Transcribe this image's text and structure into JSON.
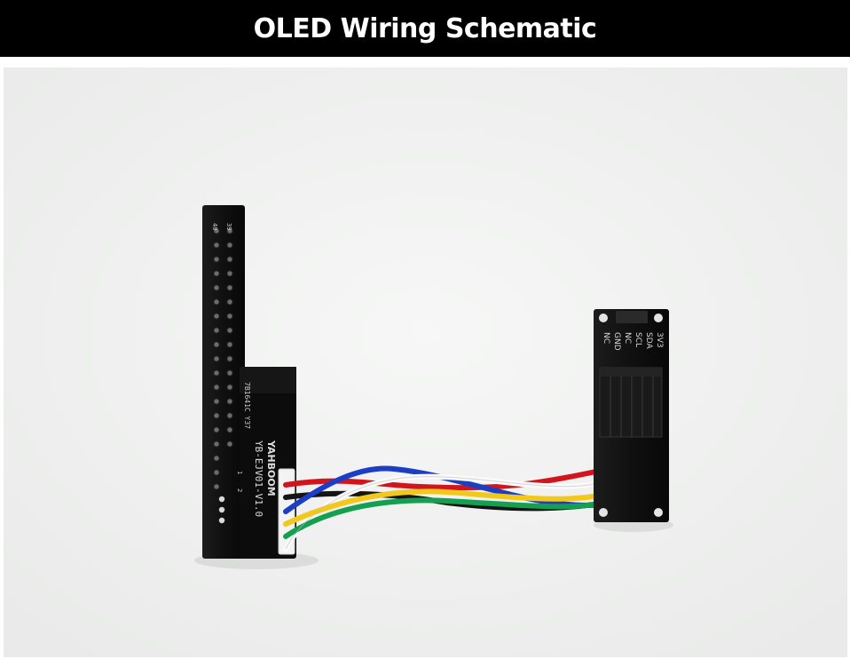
{
  "header": {
    "title": "OLED Wiring Schematic"
  },
  "adapter_board": {
    "brand": "YAHBOOM",
    "model": "YB-EJV01-V1.0",
    "code": "7B1641C Y37",
    "pin_top_left": "40",
    "pin_top_right": "39",
    "pin_bottom_right": "1",
    "pin_bottom_left": "2"
  },
  "oled_module": {
    "pins": [
      "NC",
      "GND",
      "NC",
      "SCL",
      "SDA",
      "3V3"
    ]
  },
  "colors": {
    "title_bar": "#000000",
    "title_text": "#ffffff",
    "background": "#f1f2f1",
    "board": "#101010",
    "wire_red": "#d2141c",
    "wire_black": "#151515",
    "wire_blue": "#1b3fc4",
    "wire_white": "#fafafa",
    "wire_green": "#14a050",
    "wire_yellow": "#f2c81a"
  }
}
